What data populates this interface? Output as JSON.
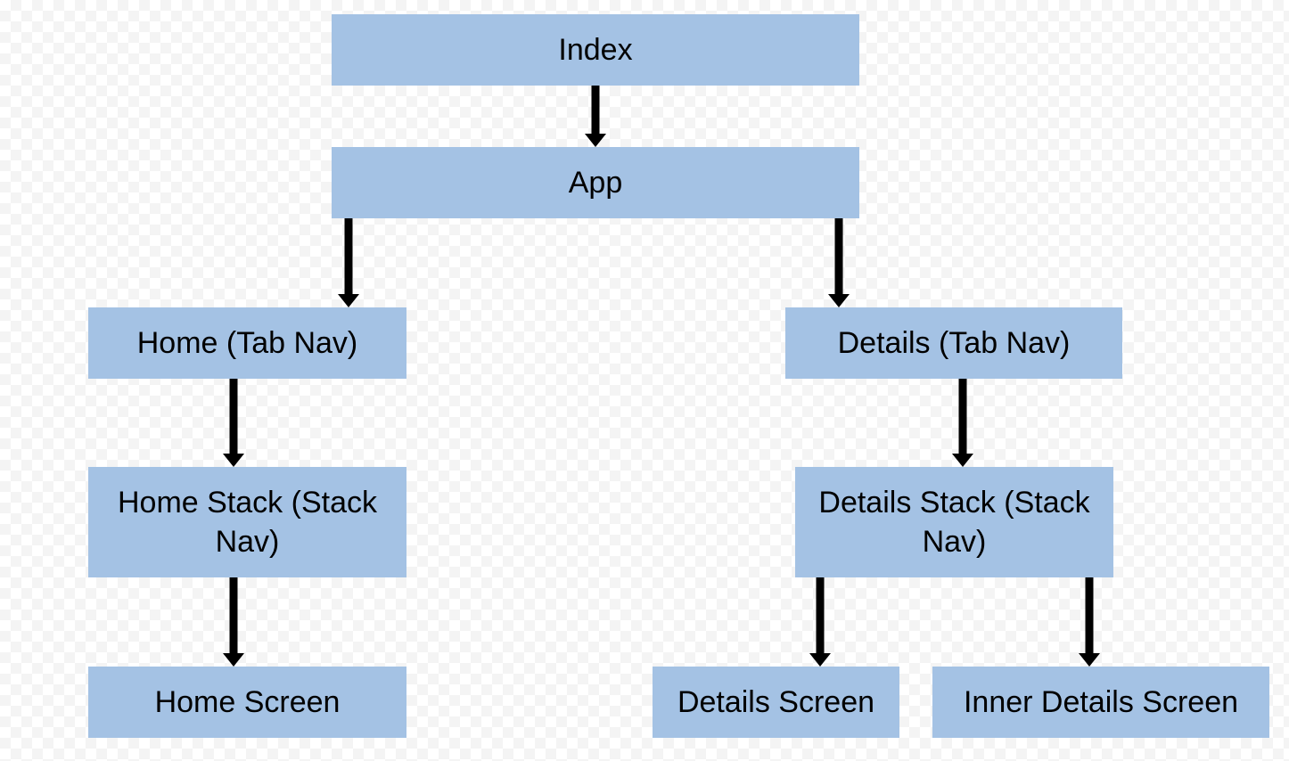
{
  "diagram": {
    "nodes": {
      "index": "Index",
      "app": "App",
      "home_tab": "Home (Tab Nav)",
      "details_tab": "Details (Tab Nav)",
      "home_stack": "Home Stack (Stack Nav)",
      "details_stack": "Details Stack (Stack Nav)",
      "home_screen": "Home Screen",
      "details_screen": "Details Screen",
      "inner_details_screen": "Inner Details Screen"
    },
    "edges": [
      [
        "index",
        "app"
      ],
      [
        "app",
        "home_tab"
      ],
      [
        "app",
        "details_tab"
      ],
      [
        "home_tab",
        "home_stack"
      ],
      [
        "details_tab",
        "details_stack"
      ],
      [
        "home_stack",
        "home_screen"
      ],
      [
        "details_stack",
        "details_screen"
      ],
      [
        "details_stack",
        "inner_details_screen"
      ]
    ],
    "colors": {
      "node_fill": "#a4c2e4",
      "arrow": "#000000",
      "text": "#000000"
    }
  }
}
